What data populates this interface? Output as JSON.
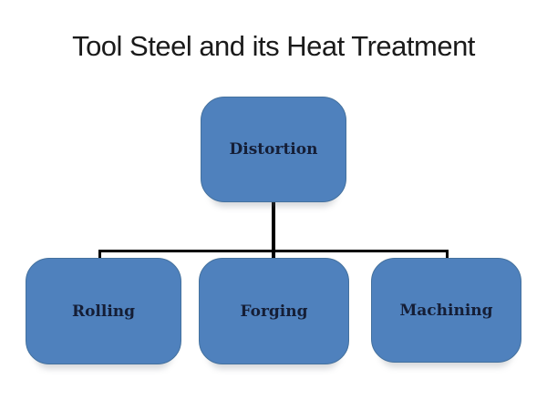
{
  "title": "Tool Steel and its Heat Treatment",
  "diagram": {
    "type": "hierarchy",
    "root": {
      "label": "Distortion"
    },
    "children": [
      {
        "label": "Rolling"
      },
      {
        "label": "Forging"
      },
      {
        "label": "Machining"
      }
    ]
  },
  "colors": {
    "background": "#FFFFFF",
    "box_fill": "#4F81BD",
    "box_border": "#44719E",
    "box_text": "#151E36",
    "connector": "#000000",
    "title_text": "#1A1A1A"
  }
}
